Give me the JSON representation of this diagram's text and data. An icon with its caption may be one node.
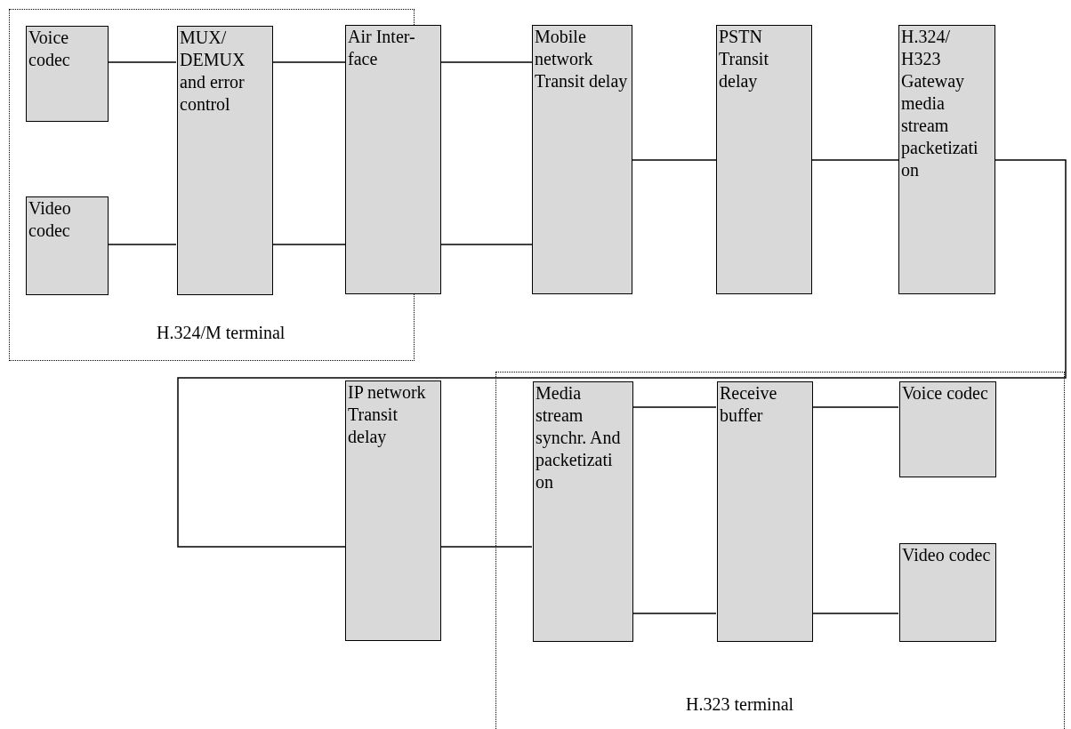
{
  "diagram": {
    "nodes": [
      {
        "text": [
          "H.324/M terminal"
        ]
      },
      {
        "text": [
          "Voice codec"
        ],
        "in": 0
      },
      {
        "text": [
          "Video codec"
        ],
        "in": 0
      },
      {
        "text": [
          "MUX/ DEMUX and error control"
        ],
        "in": 0
      },
      {
        "text": [
          "Air Inter- face"
        ]
      },
      {
        "text": [
          "Mobile network Transit delay"
        ]
      },
      {
        "text": [
          "PSTN Transit delay"
        ]
      },
      {
        "text": [
          "H.324/ H323 Gateway media stream packetizati on"
        ]
      },
      {
        "text": [
          "H.323 terminal"
        ]
      },
      {
        "text": [
          "IP network Transit delay"
        ]
      },
      {
        "text": [
          "Media stream synchr. And packetizati on"
        ],
        "in": 8
      },
      {
        "text": [
          "Receive buffer"
        ],
        "in": 8
      },
      {
        "text": [
          "Voice codec"
        ],
        "in": 8
      },
      {
        "text": [
          "Video codec"
        ],
        "in": 8
      }
    ],
    "edges": [
      {
        "from": 1,
        "to": 3,
        "arrow": "none"
      },
      {
        "from": 2,
        "to": 3,
        "arrow": "none"
      },
      {
        "from": 3,
        "to": 4,
        "arrow": "none"
      },
      {
        "from": 3,
        "to": 4,
        "arrow": "none"
      },
      {
        "from": 4,
        "to": 5,
        "arrow": "none"
      },
      {
        "from": 4,
        "to": 5,
        "arrow": "none"
      },
      {
        "from": 5,
        "to": 6,
        "arrow": "none"
      },
      {
        "from": 6,
        "to": 7,
        "arrow": "none"
      },
      {
        "from": 7,
        "to": 9,
        "arrow": "none"
      },
      {
        "from": 9,
        "to": 10,
        "arrow": "none"
      },
      {
        "from": 10,
        "to": 11,
        "arrow": "none"
      },
      {
        "from": 10,
        "to": 11,
        "arrow": "none"
      },
      {
        "from": 11,
        "to": 12,
        "arrow": "none"
      },
      {
        "from": 11,
        "to": 13,
        "arrow": "none"
      }
    ]
  }
}
